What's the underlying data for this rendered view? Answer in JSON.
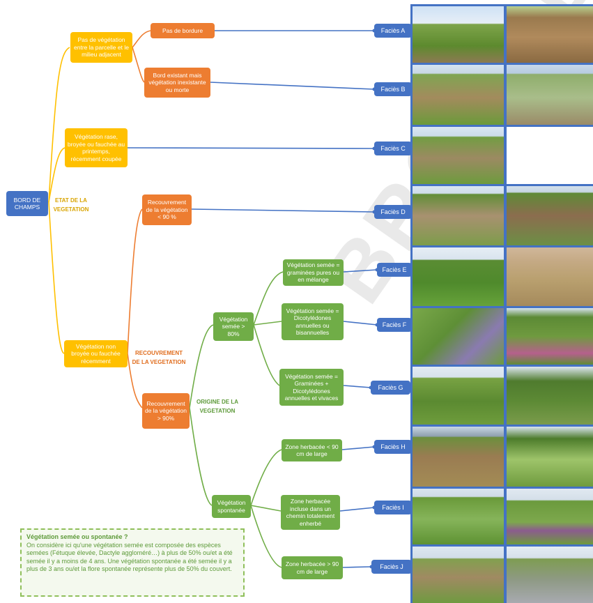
{
  "colors": {
    "blue": "#4472c4",
    "yellow": "#ffc000",
    "orange": "#ed7d31",
    "green": "#70ad47"
  },
  "root": "BORD DE CHAMPS",
  "category_labels": {
    "etat": "ETAT DE LA VEGETATION",
    "recouvrement": "RECOUVREMENT DE LA VEGETATION",
    "origine": "ORIGINE DE LA VEGETATION"
  },
  "yellow_nodes": {
    "pas_de_vegetation": "Pas de végétation entre la parcelle et le milieu adjacent",
    "vegetation_rase": "Végétation rase, broyée ou fauchée au printemps, récemment coupée",
    "vegetation_non_broyee": "Végétation non broyée ou fauchée récemment"
  },
  "orange_nodes": {
    "pas_de_bordure": "Pas de bordure",
    "bord_existant": "Bord existant mais végétation inexistante ou morte",
    "recouvrement_inf": "Recouvrement de la végétation < 90 %",
    "recouvrement_sup": "Recouvrement de la végétation > 90%"
  },
  "green_nodes": {
    "semee": "Végétation semée > 80%",
    "spontanee": "Végétation spontanée",
    "graminees": "Végétation semée = graminées pures ou en mélange",
    "dicotyledones": "Végétation semée = Dicotylédones annuelles ou bisannuelles",
    "graminees_dicot": "Végétation semée = Graminées + Dicotylédones annuelles et vivaces",
    "zone_inf": "Zone herbacée < 90 cm de large",
    "zone_chemin": "Zone herbacée incluse dans un chemin totalement enherbé",
    "zone_sup": "Zone herbacée > 90 cm de large"
  },
  "facies": [
    {
      "label": "Faciès A"
    },
    {
      "label": "Faciès B"
    },
    {
      "label": "Faciès C"
    },
    {
      "label": "Faciès D"
    },
    {
      "label": "Faciès E"
    },
    {
      "label": "Faciès F"
    },
    {
      "label": "Faciès G"
    },
    {
      "label": "Faciès H"
    },
    {
      "label": "Faciès I"
    },
    {
      "label": "Faciès J"
    }
  ],
  "note": {
    "title": "Végétation semée ou spontanée ?",
    "body": "On considère ici qu'une végétation semée est composée des espèces semées (Fétuque élevée, Dactyle aggloméré…) à plus de 50% ou/et a été semée il y a moins de 4 ans. Une végétation spontanée a été semée il y a plus de 3 ans ou/et la flore spontanée représente plus de 50% du couvert."
  },
  "watermark": "BROUILLON"
}
